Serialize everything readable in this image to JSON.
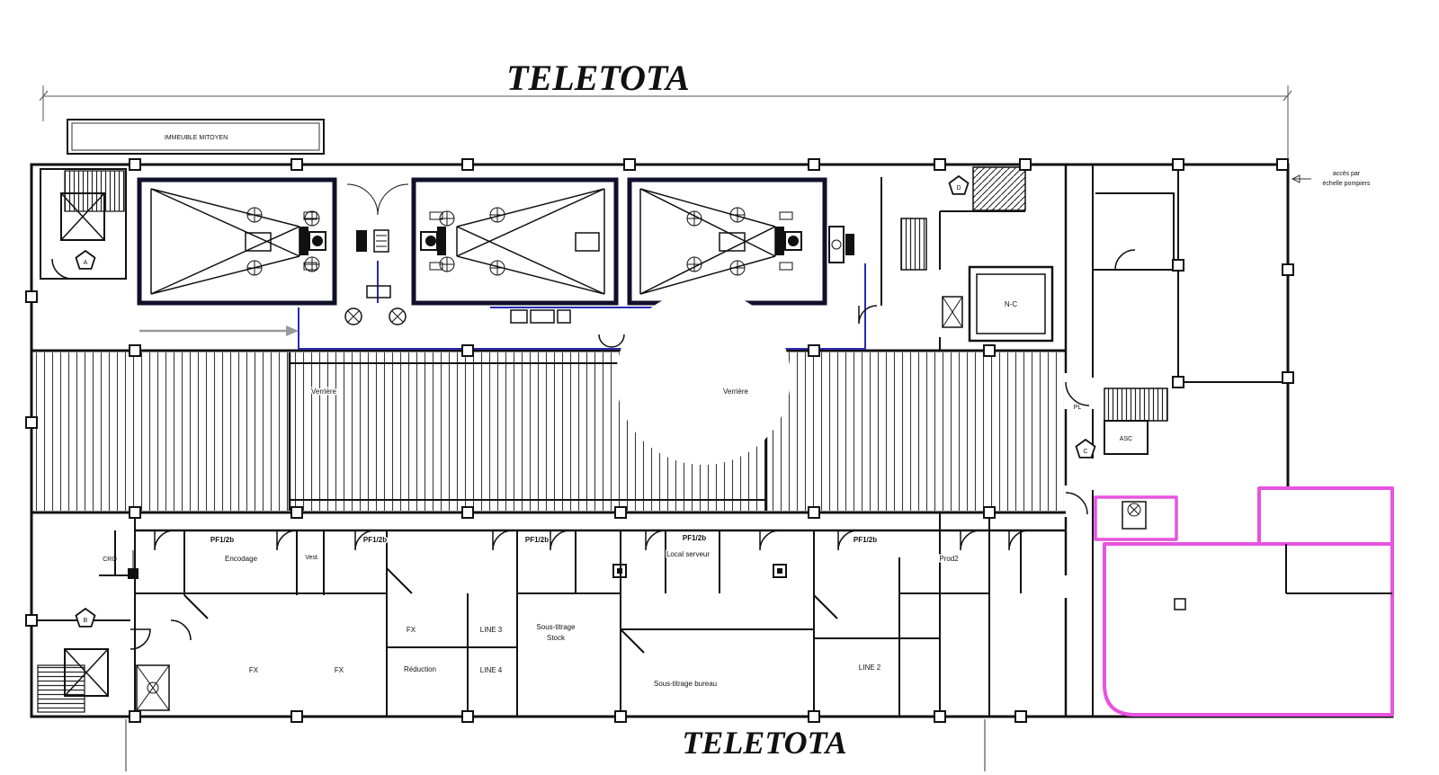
{
  "titles": {
    "top": "TELETOTA",
    "bottom": "TELETOTA"
  },
  "annotations": {
    "adjacent_building": "IMMEUBLE MITOYEN",
    "fire_access_line1": "accès par",
    "fire_access_line2": "échelle pompiers"
  },
  "glass_roof": {
    "left_label": "Verrière",
    "right_label": "Verrière"
  },
  "markers": {
    "top_left": "A",
    "bottom_left": "B",
    "right": "C",
    "top_right": "D"
  },
  "rooms": {
    "nc": "N-C",
    "asc": "ASC",
    "pl": "PL",
    "cro": "CRO",
    "encodage": "Encodage",
    "vest": "Vest.",
    "fx_a": "FX",
    "fx_b": "FX",
    "fx_c": "FX",
    "reduction": "Réduction",
    "line2": "LINE 2",
    "line3": "LINE 3",
    "line4": "LINE 4",
    "st_stock_1": "Sous-titrage",
    "st_stock_2": "Stock",
    "st_bureau": "Sous-titrage bureau",
    "local_serveur": "Local serveur",
    "prod2": "Prod2",
    "pf1": "PF1/2b",
    "pf2": "PF1/2b",
    "pf3": "PF1/2b",
    "pf4": "PF1/2b",
    "pf5": "PF1/2b"
  },
  "colors": {
    "wall": "#111111",
    "corridor_blue": "#2a2ab5",
    "highlight_magenta": "#e853e0"
  }
}
